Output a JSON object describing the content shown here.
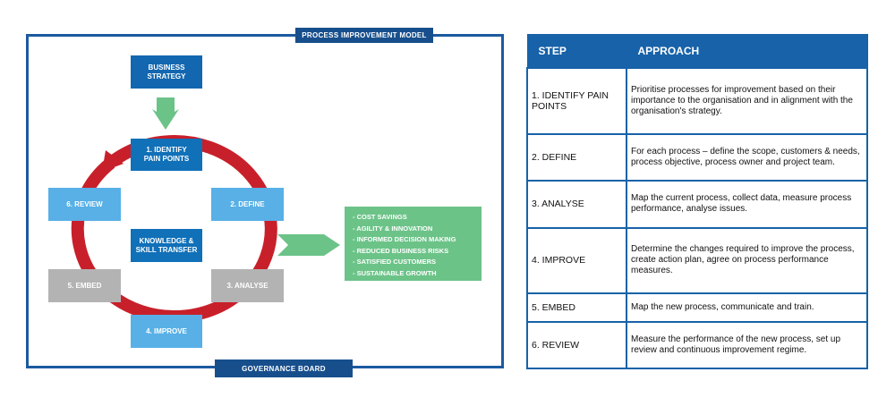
{
  "model": {
    "title": "PROCESS IMPROVEMENT MODEL",
    "footer": "GOVERNANCE BOARD",
    "strategy": "BUSINESS\nSTRATEGY",
    "center": "KNOWLEDGE &\nSKILL TRANSFER",
    "cycle": [
      {
        "label": "1. IDENTIFY\nPAIN POINTS"
      },
      {
        "label": "2. DEFINE"
      },
      {
        "label": "3. ANALYSE"
      },
      {
        "label": "4. IMPROVE"
      },
      {
        "label": "5. EMBED"
      },
      {
        "label": "6. REVIEW"
      }
    ],
    "outcomes": [
      "- COST SAVINGS",
      "- AGILITY & INNOVATION",
      "- INFORMED DECISION MAKING",
      "- REDUCED BUSINESS RISKS",
      "- SATISFIED CUSTOMERS",
      "- SUSTAINABLE GROWTH"
    ],
    "colors": {
      "navy": "#174f8c",
      "blue": "#1070b8",
      "light_blue": "#58b0e6",
      "grey": "#b3b3b3",
      "green": "#6cc388",
      "red": "#c8202a"
    }
  },
  "table": {
    "headers": [
      "STEP",
      "APPROACH"
    ],
    "rows": [
      {
        "step": "1. IDENTIFY PAIN POINTS",
        "approach": "Prioritise processes for improvement based on their importance to the organisation and in alignment with the organisation's strategy."
      },
      {
        "step": "2. DEFINE",
        "approach": "For each process – define the scope, customers & needs, process objective, process owner and project team."
      },
      {
        "step": "3. ANALYSE",
        "approach": "Map the current process, collect data, measure process performance, analyse issues."
      },
      {
        "step": "4. IMPROVE",
        "approach": "Determine the changes required to improve the process, create action plan, agree on process performance measures."
      },
      {
        "step": "5. EMBED",
        "approach": "Map the new process, communicate and train."
      },
      {
        "step": "6. REVIEW",
        "approach": "Measure the performance of the new process, set up review and continuous improvement regime."
      }
    ]
  }
}
